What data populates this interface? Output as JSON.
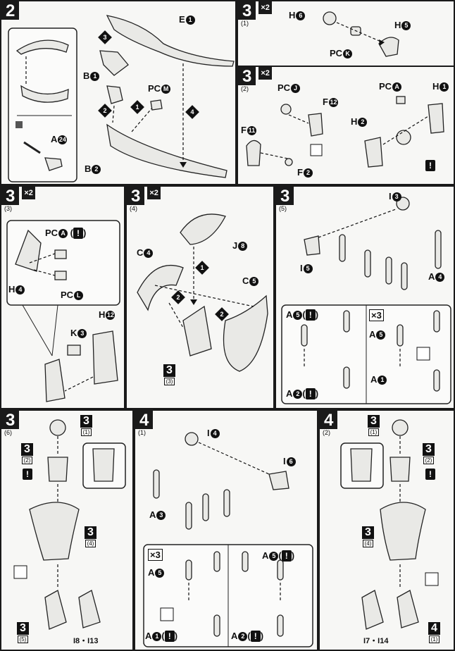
{
  "panels": {
    "p1": {
      "step": "2",
      "labels": {
        "e1": "E",
        "e1c": "1",
        "b1": "B",
        "b1c": "1",
        "pcm": "PC",
        "pcmc": "M",
        "b2": "B",
        "b2c": "2",
        "a24": "A",
        "a24c": "24"
      },
      "seq": [
        "3",
        "2",
        "1",
        "4"
      ]
    },
    "p2": {
      "step": "3",
      "sub": "(1)",
      "mult": "×2",
      "labels": {
        "h6": "H",
        "h6c": "6",
        "h5": "H",
        "h5c": "5",
        "pck": "PC",
        "pckc": "K"
      }
    },
    "p3": {
      "step": "3",
      "sub": "(2)",
      "mult": "×2",
      "labels": {
        "pcj": "PC",
        "pcjc": "J",
        "pca": "PC",
        "pcac": "A",
        "f12": "F",
        "f12c": "12",
        "h1": "H",
        "h1c": "1",
        "h2": "H",
        "h2c": "2",
        "f11": "F",
        "f11c": "11",
        "f2": "F",
        "f2c": "2"
      },
      "warn": "!"
    },
    "p4": {
      "step": "3",
      "sub": "(3)",
      "mult": "×2",
      "labels": {
        "pca": "PC",
        "pcac": "A",
        "h4": "H",
        "h4c": "4",
        "pcl": "PC",
        "pclc": "L",
        "h12": "H",
        "h12c": "12",
        "k3": "K",
        "k3c": "3"
      },
      "warn": "!"
    },
    "p5": {
      "step": "3",
      "sub": "(4)",
      "mult": "×2",
      "labels": {
        "j8": "J",
        "j8c": "8",
        "c4": "C",
        "c4c": "4",
        "c5": "C",
        "c5c": "5"
      },
      "ref": {
        "n": "3",
        "s": "(3)"
      },
      "seq": [
        "1",
        "2",
        "2"
      ]
    },
    "p6": {
      "step": "3",
      "sub": "(5)",
      "labels": {
        "i3": "I",
        "i3c": "3",
        "i5": "I",
        "i5c": "5",
        "a4": "A",
        "a4c": "4",
        "a5": "A",
        "a5c": "5",
        "a5b": "A",
        "a5bc": "5",
        "a2": "A",
        "a2c": "2",
        "a1": "A",
        "a1c": "1"
      },
      "mult": "×3",
      "warn": "!"
    },
    "p7": {
      "step": "3",
      "sub": "(6)",
      "refs": [
        {
          "n": "3",
          "s": "(1)"
        },
        {
          "n": "3",
          "s": "(2)"
        },
        {
          "n": "3",
          "s": "(4)"
        },
        {
          "n": "3",
          "s": "(5)"
        }
      ],
      "bottom": "I8・I13",
      "warn": "!"
    },
    "p8": {
      "step": "4",
      "sub": "(1)",
      "labels": {
        "i4": "I",
        "i4c": "4",
        "i6": "I",
        "i6c": "6",
        "a3": "A",
        "a3c": "3",
        "a5": "A",
        "a5c": "5",
        "a5b": "A",
        "a5bc": "5",
        "a1": "A",
        "a1c": "1",
        "a2": "A",
        "a2c": "2"
      },
      "mult": "×3",
      "warn": "!"
    },
    "p9": {
      "step": "4",
      "sub": "(2)",
      "refs": [
        {
          "n": "3",
          "s": "(1)"
        },
        {
          "n": "3",
          "s": "(2)"
        },
        {
          "n": "3",
          "s": "(4)"
        },
        {
          "n": "4",
          "s": "(1)"
        }
      ],
      "bottom": "I7・I14",
      "warn": "!"
    }
  }
}
